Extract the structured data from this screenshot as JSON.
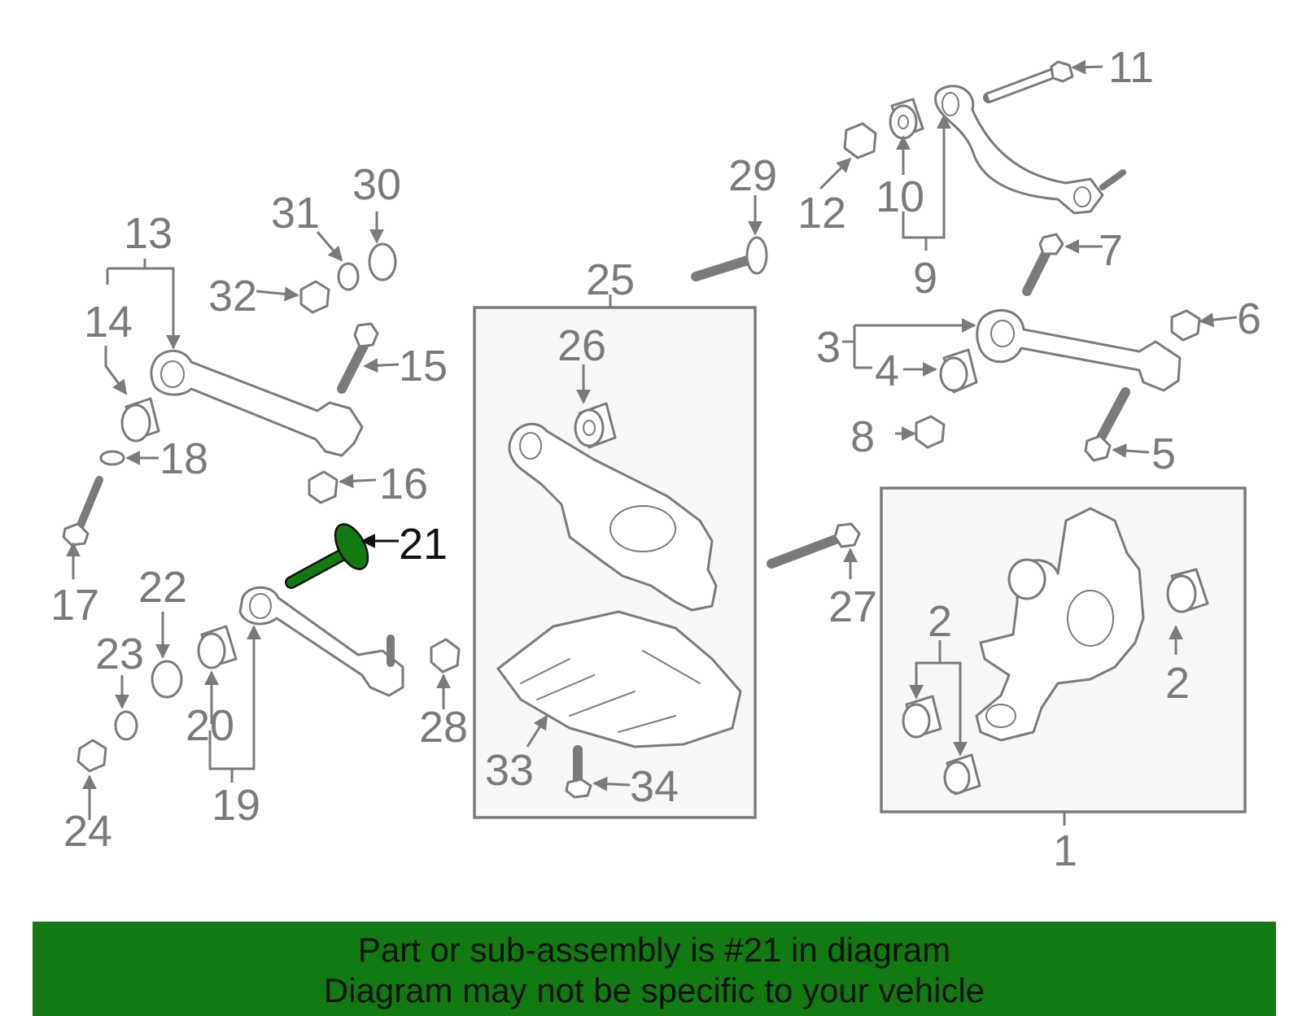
{
  "diagram": {
    "highlight_part": "21",
    "highlight_color": "#117a11",
    "label_color": "#7a7a7a",
    "part_labels": {
      "p1": "1",
      "p2a": "2",
      "p2b": "2",
      "p3": "3",
      "p4": "4",
      "p5": "5",
      "p6": "6",
      "p7": "7",
      "p8": "8",
      "p9": "9",
      "p10": "10",
      "p11": "11",
      "p12": "12",
      "p13": "13",
      "p14": "14",
      "p15": "15",
      "p16": "16",
      "p17": "17",
      "p18": "18",
      "p19": "19",
      "p20": "20",
      "p21": "21",
      "p22": "22",
      "p23": "23",
      "p24": "24",
      "p25": "25",
      "p26": "26",
      "p27": "27",
      "p28": "28",
      "p29": "29",
      "p30": "30",
      "p31": "31",
      "p32": "32",
      "p33": "33",
      "p34": "34"
    }
  },
  "banner": {
    "line1": "Part or sub-assembly is #21 in diagram",
    "line2": "Diagram may not be specific to your vehicle",
    "background_color": "#117a11"
  }
}
